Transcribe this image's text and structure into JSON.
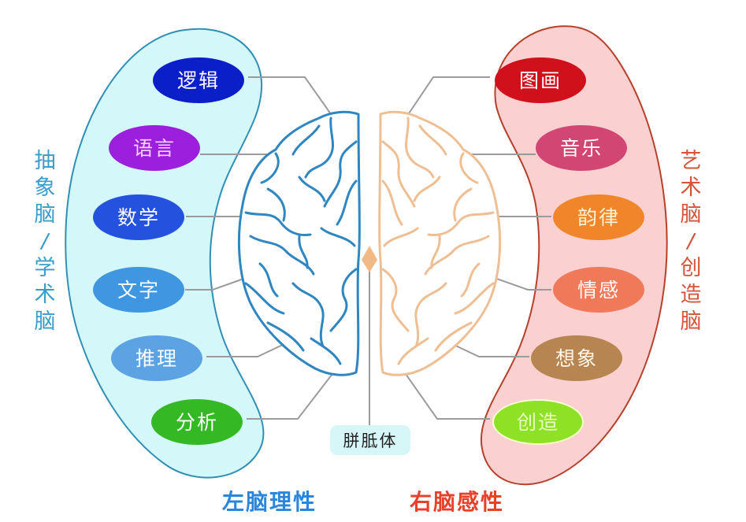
{
  "colors": {
    "left_blob_fill": "#d4f7fa",
    "left_blob_stroke": "#2f8fb5",
    "right_blob_fill": "#fbd0d0",
    "right_blob_stroke": "#b5412c",
    "left_brain_stroke": "#2f86c0",
    "right_brain_stroke": "#efbf94",
    "connector": "#9b9b9b",
    "corpus_diamond": "#f1b985",
    "left_side_label": "#3b9cc9",
    "right_side_label": "#d2543a",
    "left_title": "#2a86dd",
    "right_title": "#e8412a"
  },
  "left_side_label": [
    "抽",
    "象",
    "脑",
    "/",
    "学",
    "术",
    "脑"
  ],
  "right_side_label": [
    "艺",
    "术",
    "脑",
    "/",
    "创",
    "造",
    "脑"
  ],
  "left_functions": [
    {
      "label": "逻辑",
      "color": "#0b1fc9"
    },
    {
      "label": "语言",
      "color": "#9b1fdc"
    },
    {
      "label": "数学",
      "color": "#2451dd"
    },
    {
      "label": "文字",
      "color": "#3f97e2"
    },
    {
      "label": "推理",
      "color": "#5ca3e4"
    },
    {
      "label": "分析",
      "color": "#34b823"
    }
  ],
  "right_functions": [
    {
      "label": "图画",
      "color": "#d0101a"
    },
    {
      "label": "音乐",
      "color": "#d24673"
    },
    {
      "label": "韵律",
      "color": "#f0852a"
    },
    {
      "label": "情感",
      "color": "#f0795a"
    },
    {
      "label": "想象",
      "color": "#b78552"
    },
    {
      "label": "创造",
      "color": "#8ee125"
    }
  ],
  "corpus_callosum_label": "胼胝体",
  "bottom_titles": {
    "left": "左脑理性",
    "right": "右脑感性"
  }
}
